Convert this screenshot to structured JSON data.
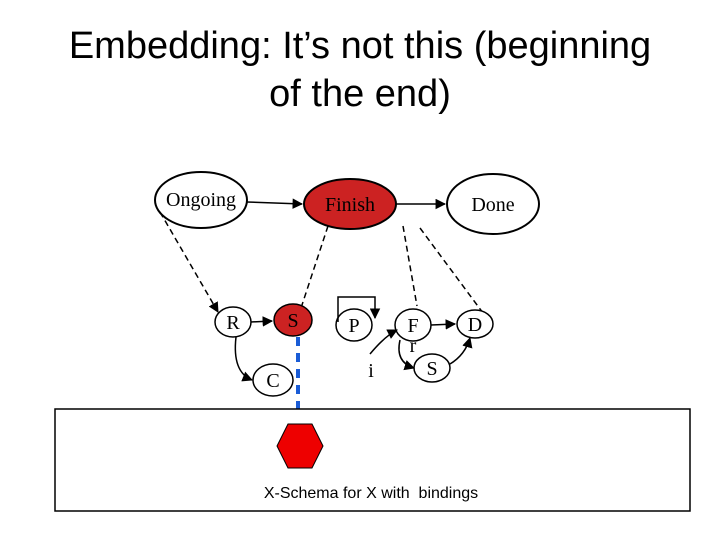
{
  "slide": {
    "title_line1": "Embedding: It’s not this (beginning",
    "title_line2": "of the end)"
  },
  "diagram": {
    "states": {
      "ongoing": "Ongoing",
      "finish": "Finish",
      "done": "Done"
    },
    "subnodes": {
      "r": "R",
      "s": "S",
      "c": "C",
      "p": "P",
      "i": "i",
      "f": "F",
      "r2": "r",
      "s2": "S",
      "d": "D"
    },
    "schema_caption": "X-Schema for X with  bindings",
    "colors": {
      "active_fill": "#cc2222",
      "hexagon_fill": "#ee0000",
      "binding_line": "#1a5cd6",
      "stroke": "#000000"
    }
  }
}
